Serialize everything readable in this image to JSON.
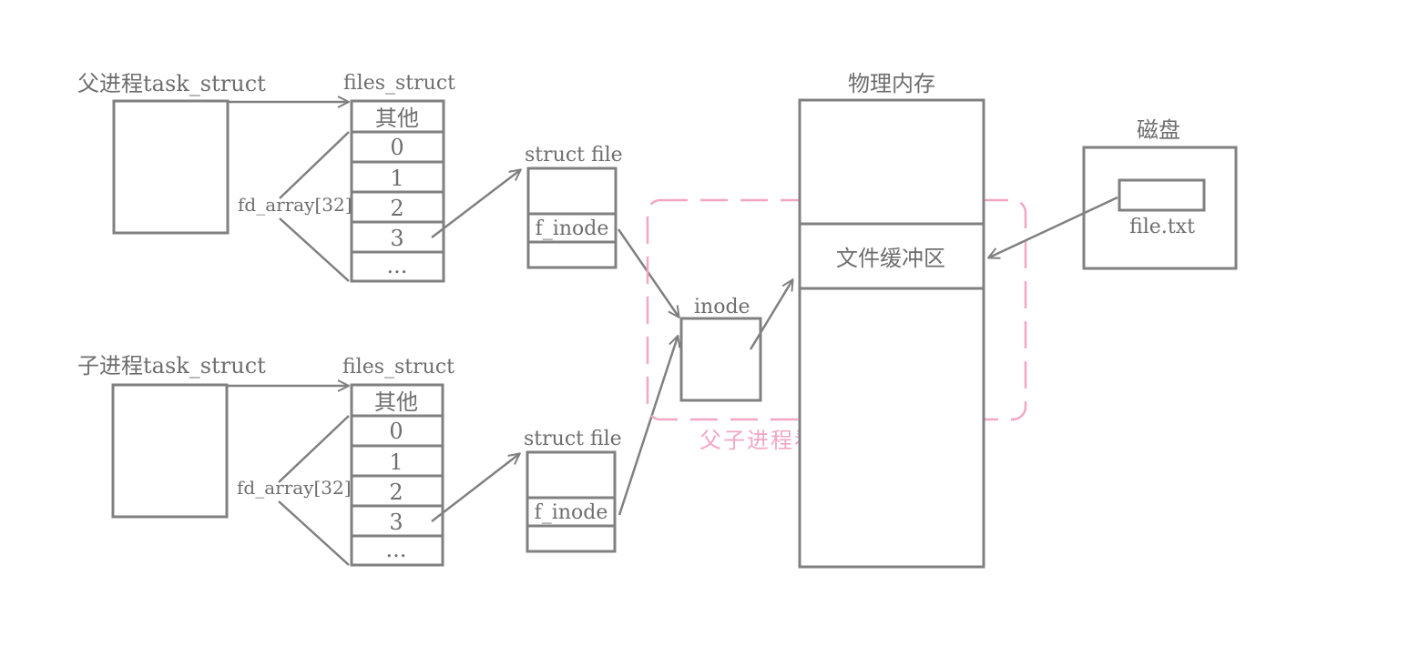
{
  "parent": {
    "task_label": "父进程task_struct",
    "files_label": "files_struct",
    "fd_label": "fd_array[32]",
    "cells": [
      "其他",
      "0",
      "1",
      "2",
      "3",
      "..."
    ],
    "file_label": "struct file",
    "f_inode_label": "f_inode"
  },
  "child": {
    "task_label": "子进程task_struct",
    "files_label": "files_struct",
    "fd_label": "fd_array[32]",
    "cells": [
      "其他",
      "0",
      "1",
      "2",
      "3",
      "..."
    ],
    "file_label": "struct file",
    "f_inode_label": "f_inode"
  },
  "inode_label": "inode",
  "memory": {
    "title": "物理内存",
    "buffer_label": "文件缓冲区"
  },
  "disk": {
    "title": "磁盘",
    "file_label": "file.txt"
  },
  "shared_note": "父子进程看到同一份资源",
  "colors": {
    "stroke": "#808080",
    "text": "#6e6e6e",
    "highlight": "#f2a6c4"
  }
}
